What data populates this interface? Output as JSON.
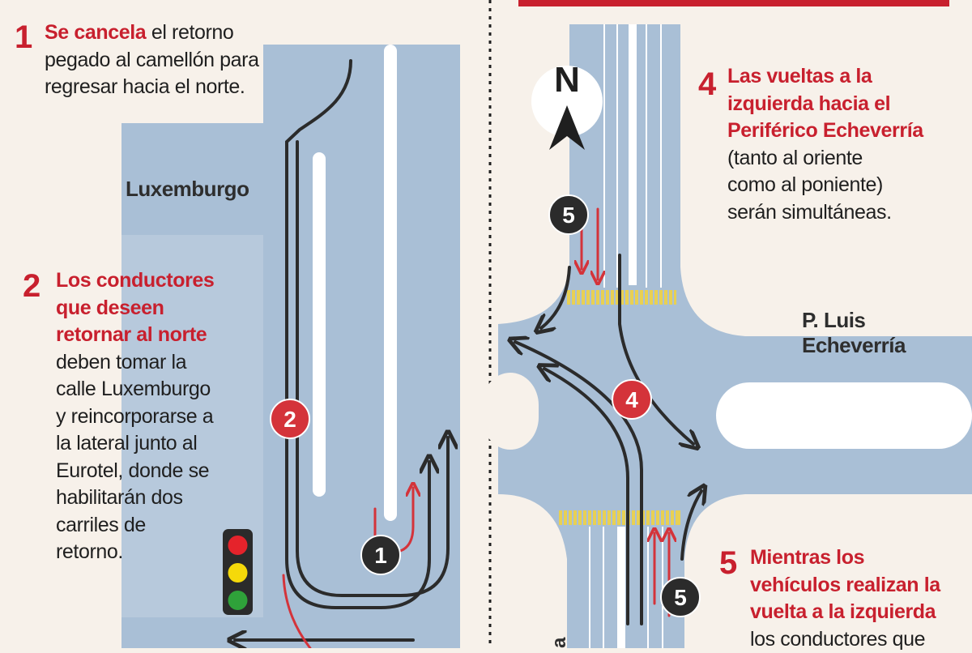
{
  "left_panel": {
    "step1": {
      "number": "1",
      "highlight": "Se cancela",
      "rest": "el retorno pegado al camellón para regresar hacia el norte."
    },
    "step2": {
      "number": "2",
      "highlight_lines": [
        "Los conductores",
        "que deseen",
        "retornar al norte"
      ],
      "rest_lines": [
        "deben tomar la",
        "calle Luxemburgo",
        "y reincorporarse a",
        "la lateral junto al",
        "Eurotel, donde se",
        "habilitarán dos",
        "carriles de",
        "retorno."
      ]
    },
    "street_luxemburgo": "Luxemburgo",
    "marker1": "1",
    "marker2": "2",
    "traffic_light_colors": {
      "red": "#e5232b",
      "yellow": "#f5d90a",
      "green": "#2fa23a"
    }
  },
  "right_panel": {
    "compass": "N",
    "step4": {
      "number": "4",
      "highlight_lines": [
        "Las vueltas a la",
        "izquierda hacia el",
        "Periférico Echeverría"
      ],
      "rest_lines": [
        "(tanto al oriente",
        "como al poniente)",
        "serán simultáneas."
      ]
    },
    "step5": {
      "number": "5",
      "highlight_lines": [
        "Mientras los",
        "vehículos realizan la",
        "vuelta a la izquierda"
      ],
      "rest_lines": [
        "los conductores que"
      ]
    },
    "street_echeverria": "P. Luis Echeverría",
    "street_vertical_partial": "a",
    "marker4": "4",
    "marker5_top": "5",
    "marker5_bottom": "5"
  },
  "colors": {
    "background": "#f7f1ea",
    "road": "#a9bfd6",
    "highlight_red": "#c8202e",
    "line_dark": "#2b2b2b",
    "crosswalk_yellow": "#f3d23c"
  }
}
